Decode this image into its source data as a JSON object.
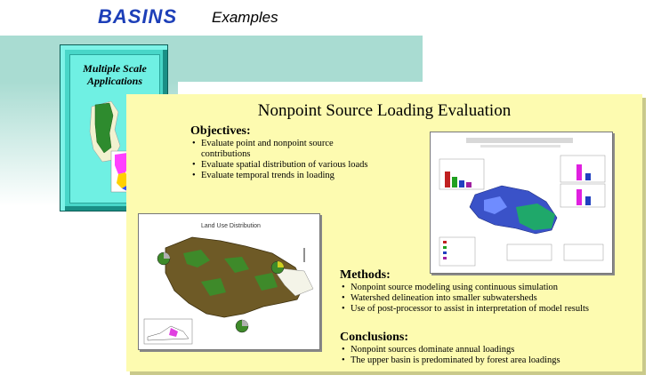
{
  "header": {
    "logo_text": "BASINS",
    "subtitle": "Examples"
  },
  "sidebar_card": {
    "title_line1": "Multiple Scale",
    "title_line2": "Applications"
  },
  "panel": {
    "title": "Nonpoint Source Loading Evaluation",
    "objectives": {
      "heading": "Objectives:",
      "items": [
        "Evaluate point and nonpoint source contributions",
        "Evaluate spatial distribution of various loads",
        "Evaluate temporal trends in loading"
      ]
    },
    "methods": {
      "heading": "Methods:",
      "items": [
        "Nonpoint source modeling using continuous simulation",
        "Watershed delineation into smaller subwatersheds",
        "Use of post-processor to assist in interpretation of model results"
      ]
    },
    "conclusions": {
      "heading": "Conclusions:",
      "items": [
        "Nonpoint sources dominate annual loadings",
        "The upper basin is predominated by forest area loadings"
      ]
    }
  },
  "land_use_map": {
    "title": "Land Use Distribution"
  },
  "colors": {
    "logo_blue": "#1d3fb8",
    "teal": "#48d6c8",
    "panel_yellow": "#fdfbb0"
  }
}
